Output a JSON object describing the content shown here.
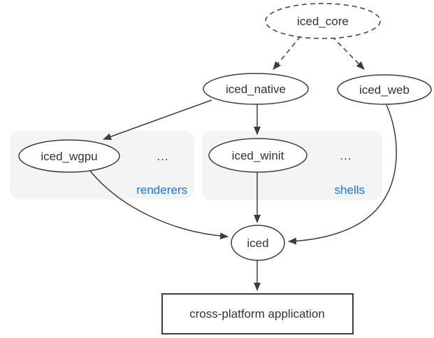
{
  "nodes": {
    "iced_core": "iced_core",
    "iced_native": "iced_native",
    "iced_web": "iced_web",
    "iced_wgpu": "iced_wgpu",
    "iced_winit": "iced_winit",
    "iced": "iced",
    "application": "cross-platform application"
  },
  "groups": {
    "renderers": {
      "label": "renderers",
      "ellipsis": "..."
    },
    "shells": {
      "label": "shells",
      "ellipsis": "..."
    }
  },
  "colors": {
    "edge-color": "#3d3d3d",
    "text-color": "#333333",
    "group-bg": "#f2f4f6",
    "accent-blue": "#1a73e8",
    "node-fill": "#ffffff",
    "page-bg": "#ffffff"
  }
}
